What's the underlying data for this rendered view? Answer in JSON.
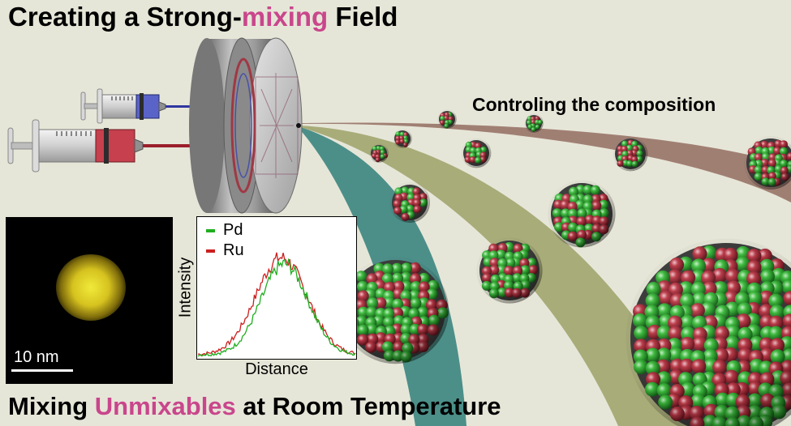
{
  "title": {
    "prefix": "Creating a Strong-",
    "highlight": "mixing",
    "suffix": " Field"
  },
  "bottom_title": {
    "prefix": "Mixing ",
    "highlight": "Unmixables",
    "suffix": " at Room Temperature"
  },
  "composition_label": "Controling the composition",
  "tem_image": {
    "scale_label": "10 nm"
  },
  "profile_chart": {
    "xlabel": "Distance",
    "ylabel": "Intensity",
    "legend": [
      {
        "name": "Pd",
        "color": "#1fae1f"
      },
      {
        "name": "Ru",
        "color": "#cc1f1f"
      }
    ]
  },
  "colors": {
    "pd": "#22a322",
    "ru": "#b8303b",
    "stream_teal": "#4c8f89",
    "stream_olive": "#a8ac79",
    "stream_rose": "#a07f73",
    "highlight": "#c9468c",
    "background": "#e6e6d8"
  }
}
